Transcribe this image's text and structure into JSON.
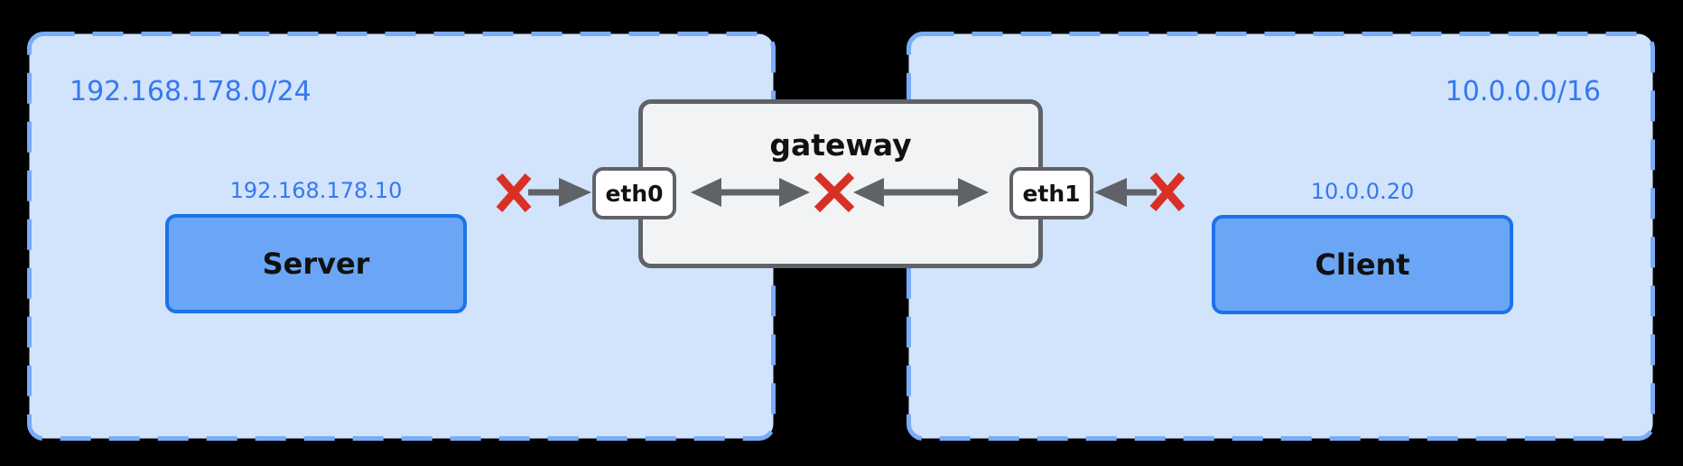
{
  "diagram": {
    "subnets": [
      {
        "cidr": "192.168.178.0/24",
        "host": {
          "name": "Server",
          "ip": "192.168.178.10"
        }
      },
      {
        "cidr": "10.0.0.0/16",
        "host": {
          "name": "Client",
          "ip": "10.0.0.20"
        }
      }
    ],
    "gateway": {
      "label": "gateway",
      "interfaces": [
        {
          "label": "eth0"
        },
        {
          "label": "eth1"
        }
      ]
    }
  },
  "colors": {
    "background": "#000000",
    "subnet_fill": "#d2e3fc",
    "subnet_border": "#7aacf7",
    "host_fill": "#6ba6f6",
    "host_border": "#1a73e8",
    "label_blue": "#3579ee",
    "gateway_fill": "#f1f3f4",
    "gateway_border": "#5f6368",
    "interface_fill": "#ffffff",
    "arrow_gray": "#5f6368",
    "blocked_red": "#d93025",
    "text_black": "#111111"
  }
}
